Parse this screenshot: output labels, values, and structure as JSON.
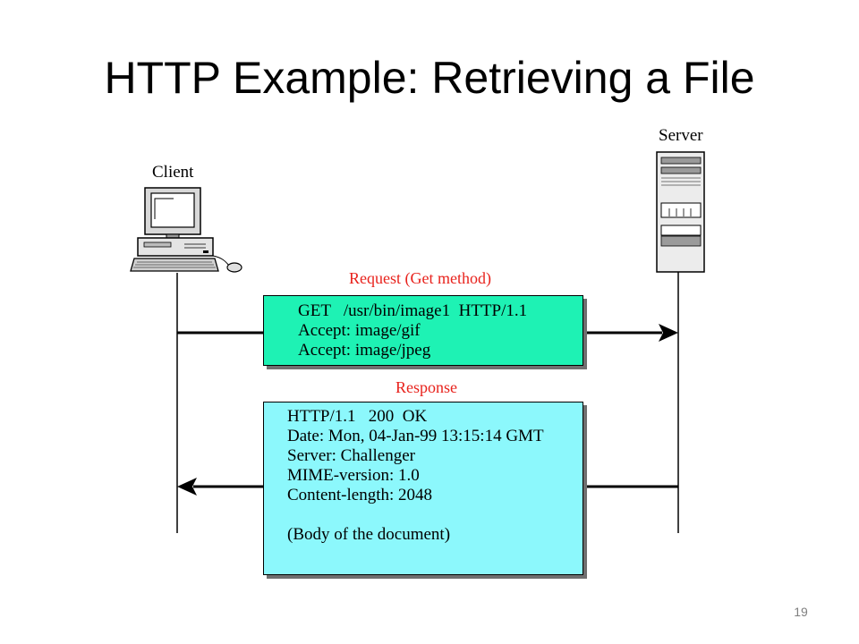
{
  "title": "HTTP Example: Retrieving a File",
  "page_number": "19",
  "nodes": {
    "client": {
      "label": "Client"
    },
    "server": {
      "label": "Server"
    }
  },
  "request": {
    "label": "Request (Get method)",
    "lines": [
      "GET   /usr/bin/image1  HTTP/1.1",
      "Accept: image/gif",
      "Accept: image/jpeg"
    ]
  },
  "response": {
    "label": "Response",
    "lines": [
      "HTTP/1.1   200  OK",
      "Date: Mon, 04-Jan-99 13:15:14 GMT",
      "Server: Challenger",
      "MIME-version: 1.0",
      "Content-length: 2048",
      "",
      "(Body of the document)"
    ]
  },
  "colors": {
    "request_box": "#1ef2b4",
    "response_box": "#8cf8fc",
    "label_text": "#e8221c"
  }
}
